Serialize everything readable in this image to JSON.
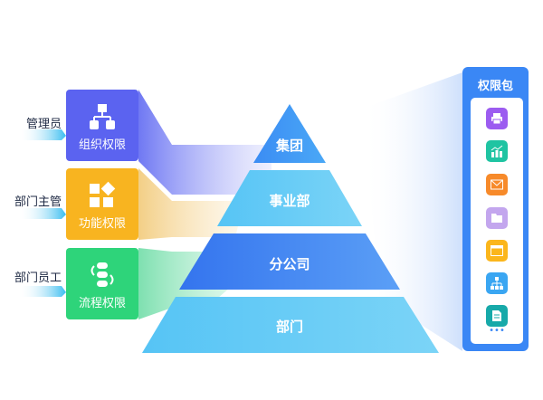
{
  "roles": [
    {
      "label": "管理员"
    },
    {
      "label": "部门主管"
    },
    {
      "label": "部门员工"
    }
  ],
  "cards": [
    {
      "label": "组织权限",
      "icon": "org-chart-icon",
      "color": "#5b63f0"
    },
    {
      "label": "功能权限",
      "icon": "function-grid-icon",
      "color": "#f8b420"
    },
    {
      "label": "流程权限",
      "icon": "process-flow-icon",
      "color": "#2ed47a"
    }
  ],
  "pyramid": [
    {
      "label": "集团"
    },
    {
      "label": "事业部"
    },
    {
      "label": "分公司"
    },
    {
      "label": "部门"
    }
  ],
  "package": {
    "title": "权限包",
    "items": [
      {
        "icon": "printer-icon",
        "color": "#9c5cf0"
      },
      {
        "icon": "chart-icon",
        "color": "#1fc4a2"
      },
      {
        "icon": "mail-icon",
        "color": "#f78a2a"
      },
      {
        "icon": "folder-icon",
        "color": "#c3a6ee"
      },
      {
        "icon": "window-icon",
        "color": "#fbb61c"
      },
      {
        "icon": "sitemap-icon",
        "color": "#3aa6f2"
      },
      {
        "icon": "document-icon",
        "color": "#17a9a9"
      }
    ],
    "more": "•••"
  }
}
